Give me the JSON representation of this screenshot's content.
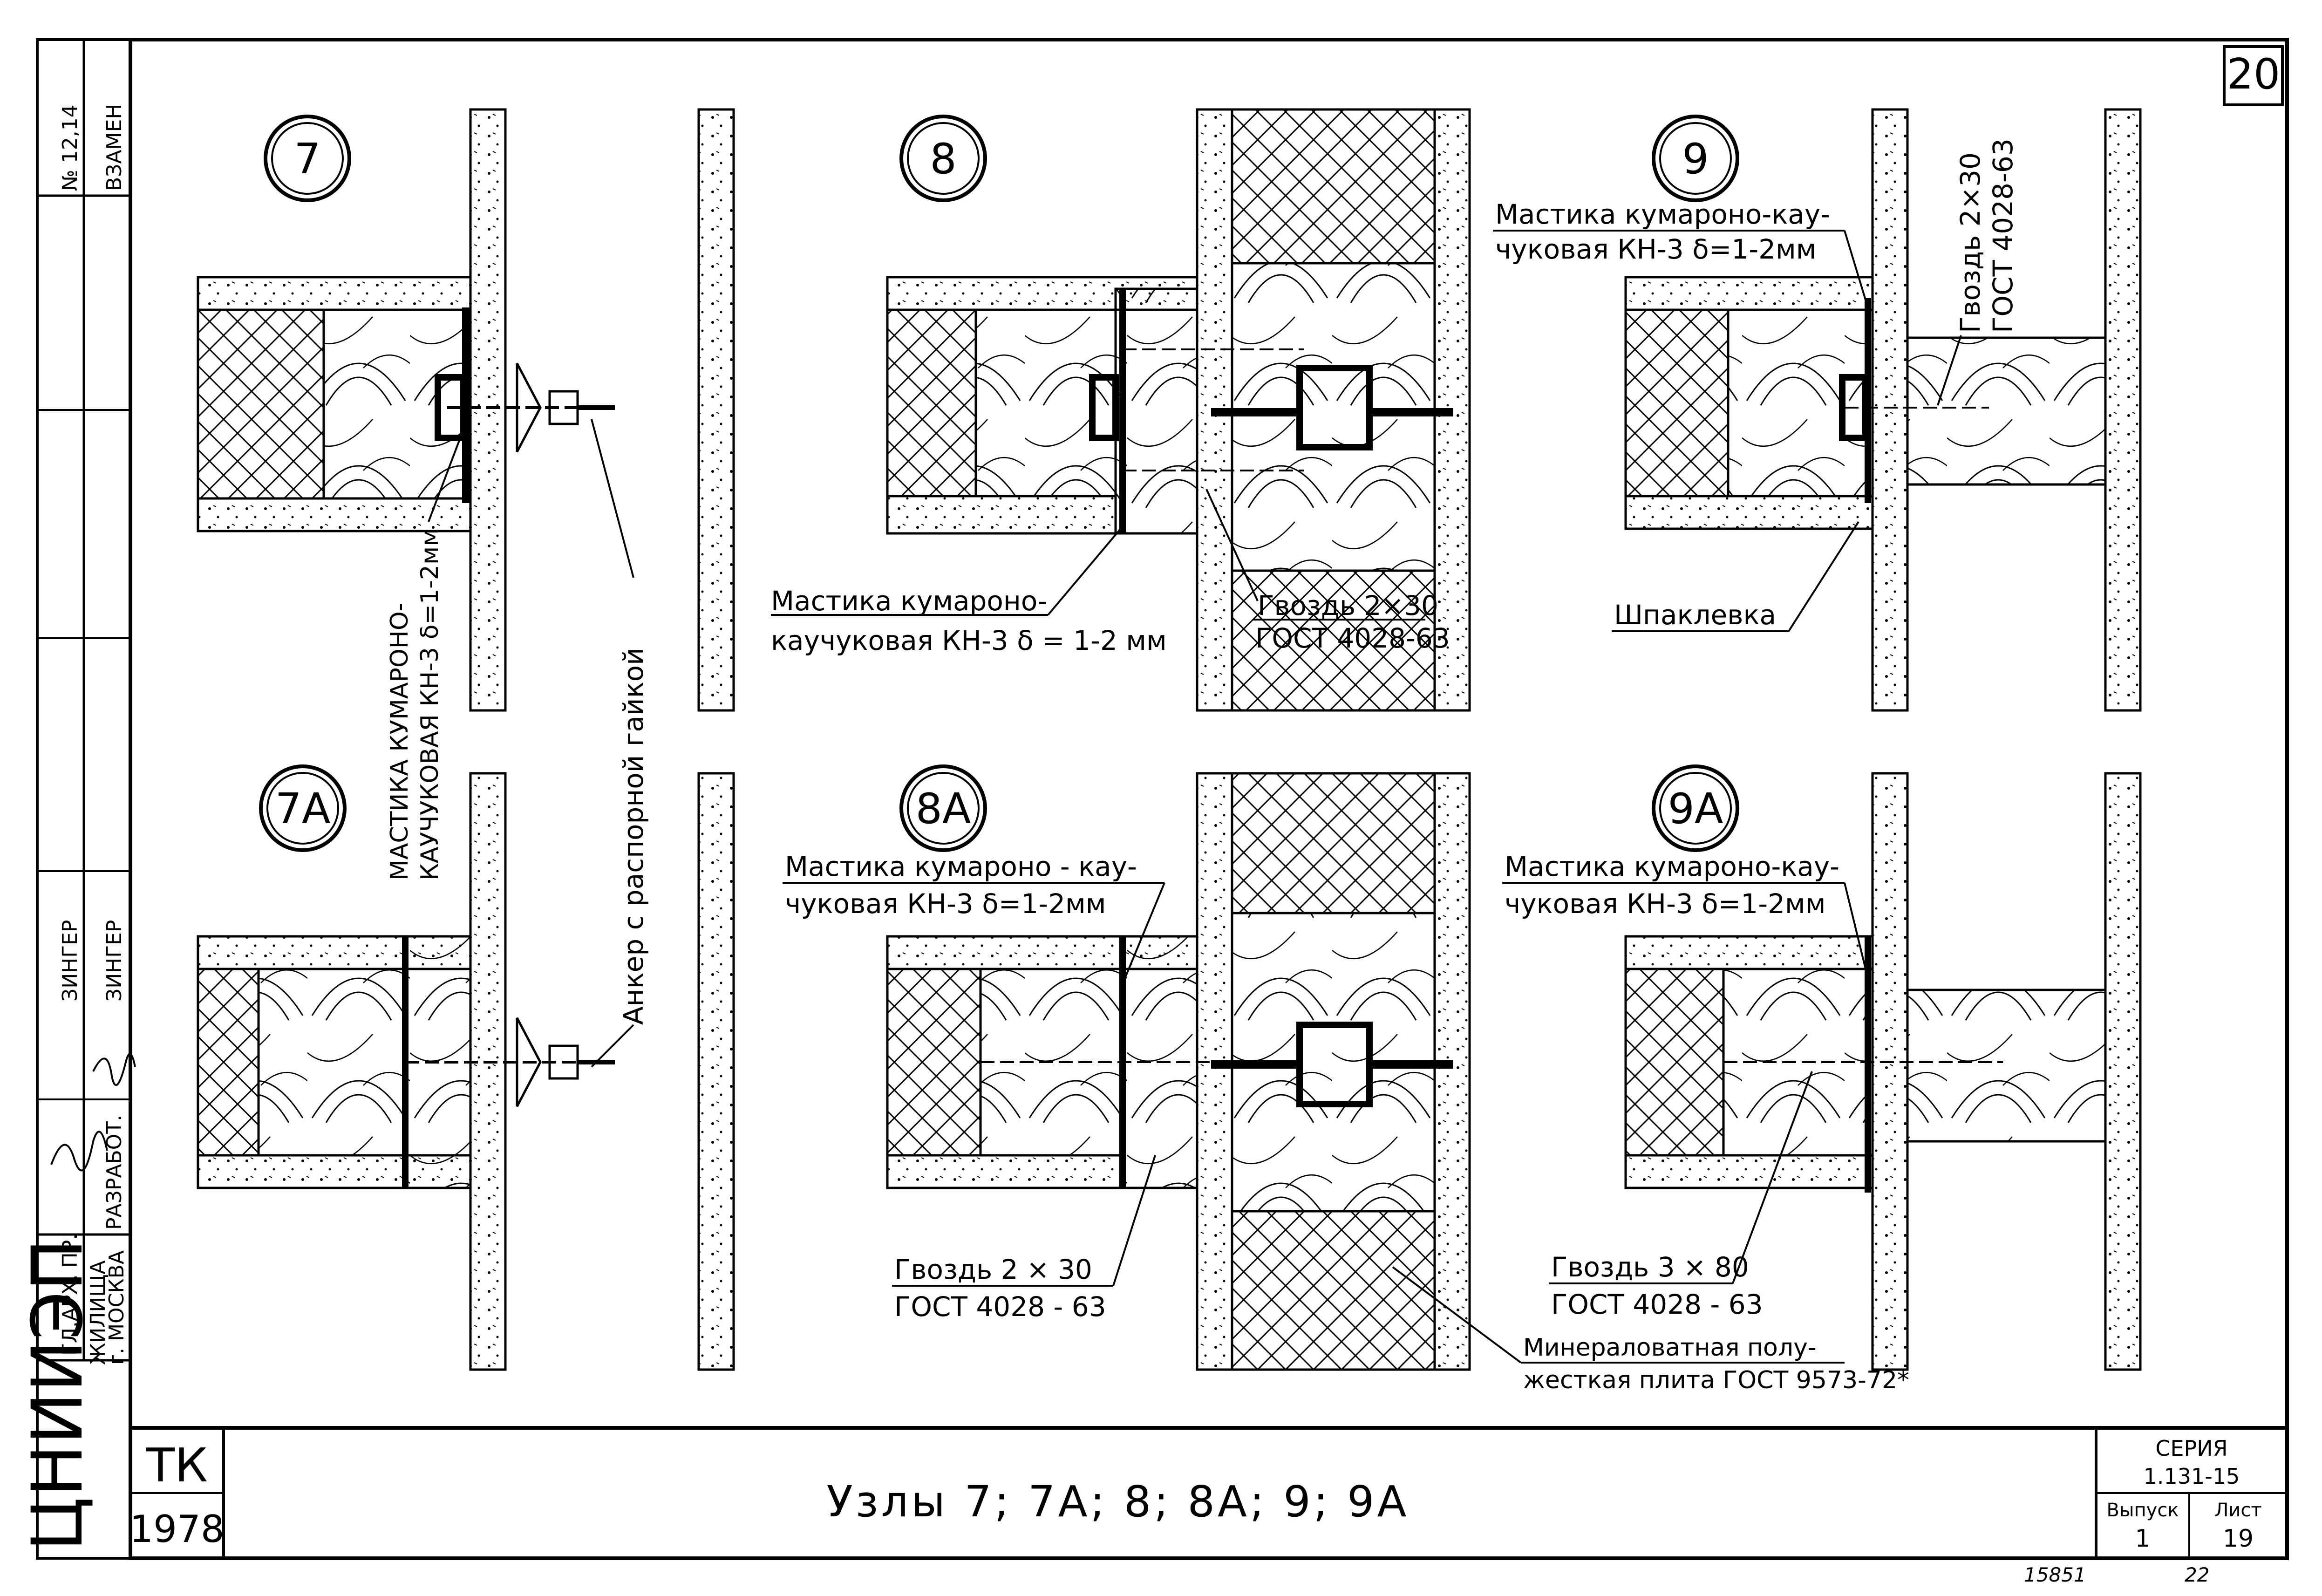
{
  "sheet": {
    "page_number": "20",
    "footer_code": "15851",
    "footer_page": "22"
  },
  "stamp": {
    "org": "ЦНИИЭП",
    "org_sub1": "ЖИЛИЩА",
    "org_sub2": "г. МОСКВА",
    "replace_label": "ВЗАМЕН",
    "replace_no": "№ 12,14",
    "role1": "ГЛ.АРХ. ПР.",
    "name1": "ЗИНГЕР",
    "role2": "РАЗРАБОТ.",
    "name2": "ЗИНГЕР"
  },
  "title_block": {
    "tk": "ТК",
    "year": "1978",
    "title": "Узлы 7; 7А; 8; 8А; 9; 9А",
    "series_label": "СЕРИЯ",
    "series_value": "1.131-15",
    "issue_label": "Выпуск",
    "issue_value": "1",
    "sheet_label": "Лист",
    "sheet_value": "19"
  },
  "nodes": {
    "n7": "7",
    "n7a": "7А",
    "n8": "8",
    "n8a": "8А",
    "n9": "9",
    "n9a": "9А"
  },
  "labels": {
    "mastic_vert_1": "МАСТИКА КУМАРОНО-",
    "mastic_vert_2": "КАУЧУКОВАЯ КН-3 δ=1-2мм",
    "anchor": "Анкер с распорной гайкой",
    "mastic8_1": "Мастика кумароно-",
    "mastic8_2": "каучуковая  КН-3 δ = 1-2 мм",
    "nail8_1": "Гвоздь 2×30",
    "nail8_2": "ГОСТ 4028-63",
    "mastic9_1": "Мастика кумароно-кау-",
    "mastic9_2": "чуковая КН-3 δ=1-2мм",
    "nail9_1": "Гвоздь 2×30",
    "nail9_2": "ГОСТ 4028-63",
    "putty": "Шпаклевка",
    "mastic8a_1": "Мастика кумароно - кау-",
    "mastic8a_2": "чуковая КН-3 δ=1-2мм",
    "nail8a_1": "Гвоздь  2 × 30",
    "nail8a_2": "ГОСТ 4028 - 63",
    "mastic9a_1": "Мастика кумароно-кау-",
    "mastic9a_2": "чуковая КН-3  δ=1-2мм",
    "nail9a_1": "Гвоздь 3 × 80",
    "nail9a_2": "ГОСТ 4028 - 63",
    "mineral_1": "Минераловатная полу-",
    "mineral_2": "жесткая плита ГОСТ 9573-72*"
  }
}
